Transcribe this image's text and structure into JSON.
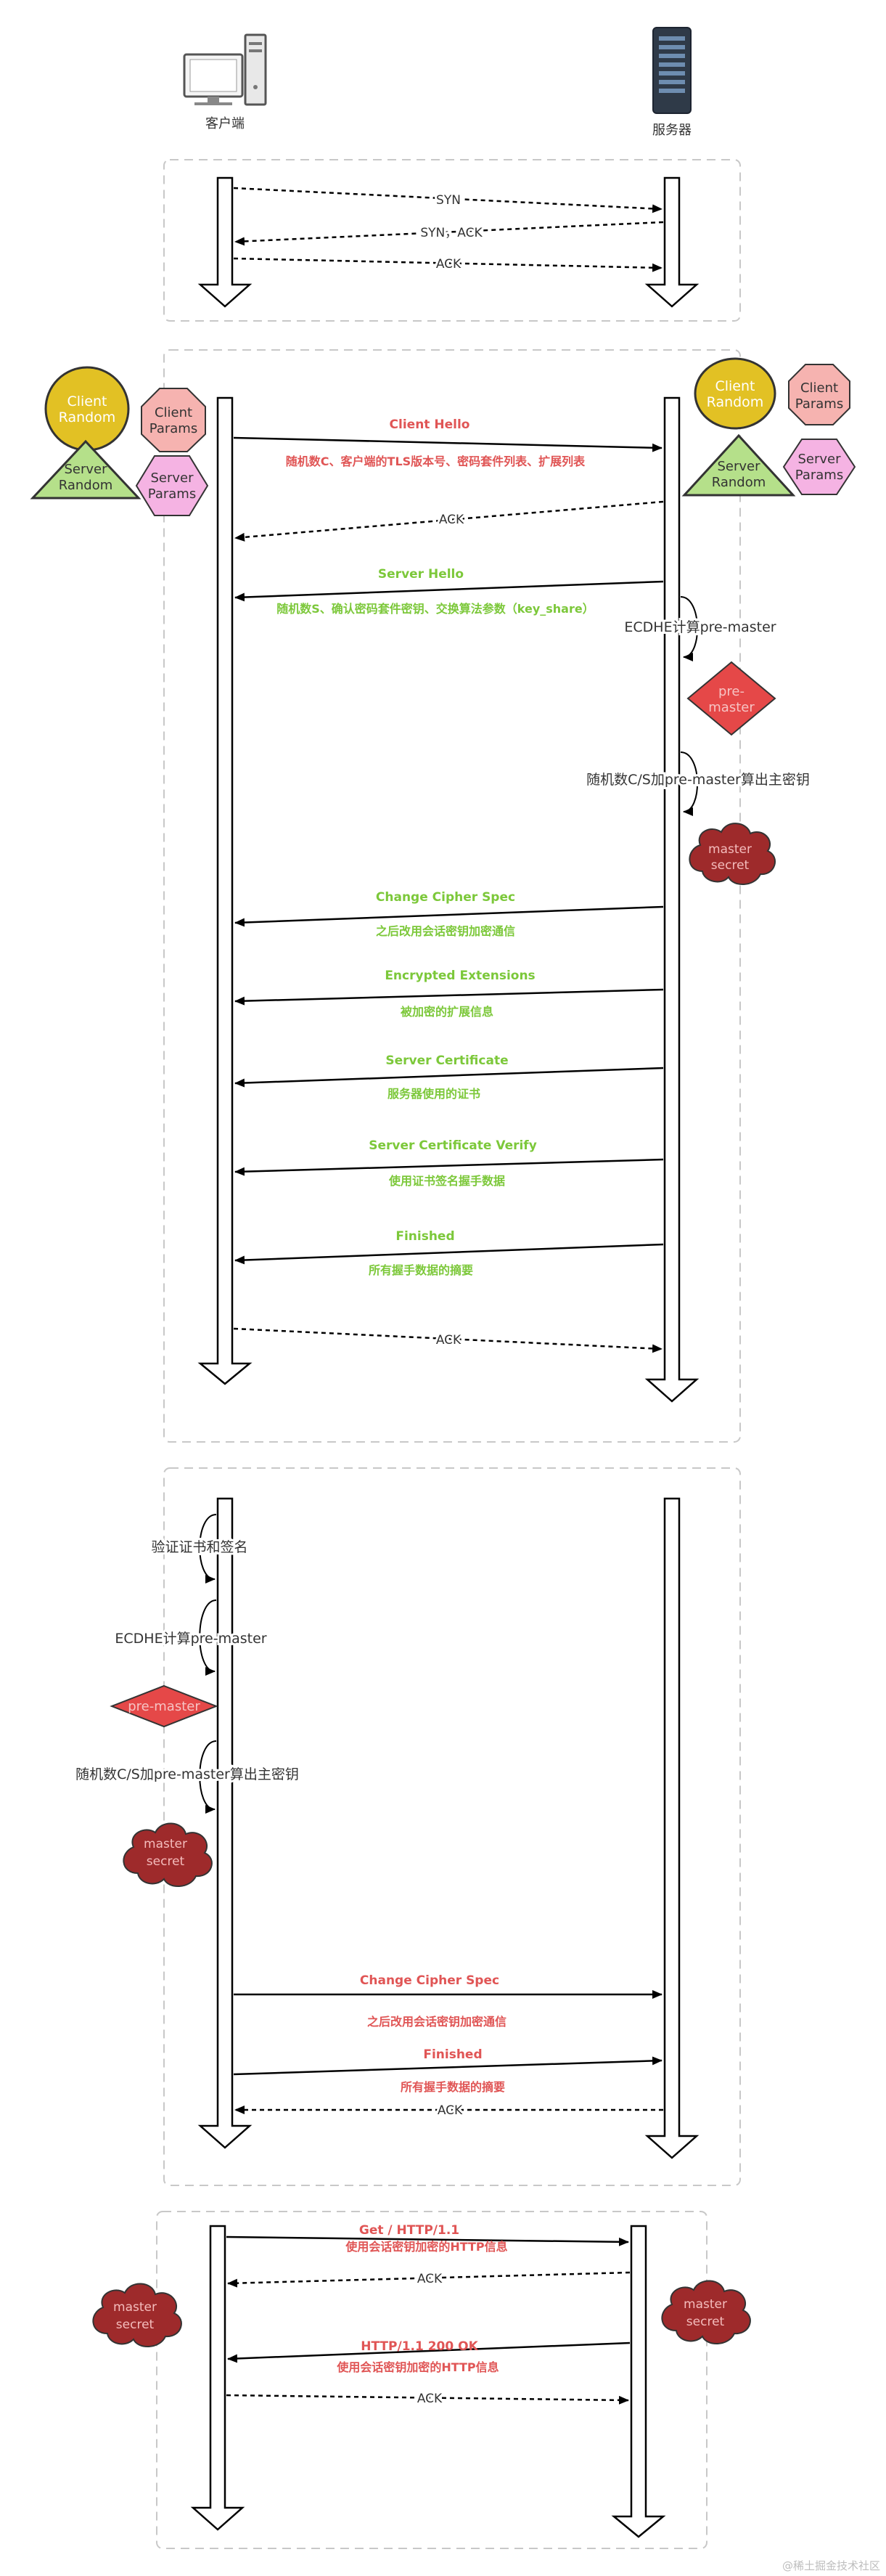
{
  "nodes": {
    "client": "客户端",
    "server": "服务器"
  },
  "handshake": {
    "syn": "SYN",
    "syn_ack": "SYN，ACK",
    "ack": "ACK"
  },
  "shapes": {
    "client_random": [
      "Client",
      "Random"
    ],
    "client_params": [
      "Client",
      "Params"
    ],
    "server_random": [
      "Server",
      "Random"
    ],
    "server_params": [
      "Server",
      "Params"
    ],
    "pre_master": [
      "pre-",
      "master"
    ],
    "pre_master_inline": "pre-master",
    "master_secret": [
      "master",
      "secret"
    ]
  },
  "tls_server": {
    "client_hello": "Client Hello",
    "client_hello_desc": "随机数C、客户端的TLS版本号、密码套件列表、扩展列表",
    "ack": "ACK",
    "server_hello": "Server Hello",
    "server_hello_desc": "随机数S、确认密码套件密钥、交换算法参数（key_share）",
    "ecdhe_note": "ECDHE计算pre-master",
    "master_note": "随机数C/S加pre-master算出主密钥",
    "ccs": "Change Cipher Spec",
    "ccs_desc": "之后改用会话密钥加密通信",
    "ee": "Encrypted Extensions",
    "ee_desc": "被加密的扩展信息",
    "cert": "Server Certificate",
    "cert_desc": "服务器使用的证书",
    "cert_verify": "Server Certificate Verify",
    "cert_verify_desc": "使用证书签名握手数据",
    "finished": "Finished",
    "finished_desc": "所有握手数据的摘要",
    "ack2": "ACK"
  },
  "tls_client": {
    "verify_note": "验证证书和签名",
    "ecdhe_note": "ECDHE计算pre-master",
    "master_note": "随机数C/S加pre-master算出主密钥",
    "ccs": "Change Cipher Spec",
    "ccs_desc": "之后改用会话密钥加密通信",
    "finished": "Finished",
    "finished_desc": "所有握手数据的摘要",
    "ack": "ACK"
  },
  "http": {
    "get": "Get / HTTP/1.1",
    "get_desc": "使用会话密钥加密的HTTP信息",
    "ack": "ACK",
    "resp": "HTTP/1.1  200 OK",
    "resp_desc": "使用会话密钥加密的HTTP信息",
    "ack2": "ACK"
  },
  "watermark": "@稀土掘金技术社区",
  "colors": {
    "red_text": "#e05555",
    "green_text": "#7cc83a",
    "yellow_fill": "#e2c124",
    "pink_fill": "#f6b3b0",
    "green_fill": "#b5e08a",
    "magenta_fill": "#f5b3e3",
    "red_fill": "#e54848",
    "dark_red_fill": "#9e2a2b",
    "dash_border": "#c8c8c8"
  }
}
